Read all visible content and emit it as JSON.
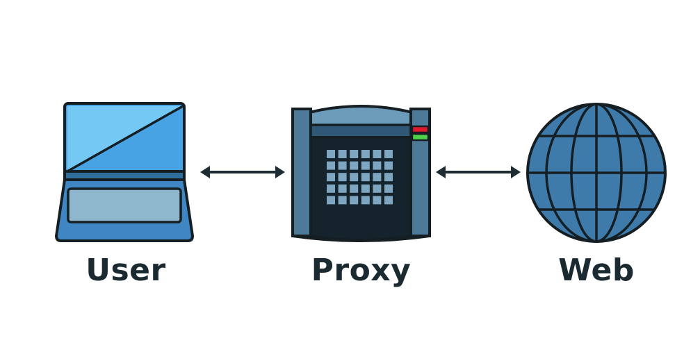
{
  "nodes": [
    {
      "id": "user",
      "label": "User",
      "icon": "laptop-icon"
    },
    {
      "id": "proxy",
      "label": "Proxy",
      "icon": "server-icon"
    },
    {
      "id": "web",
      "label": "Web",
      "icon": "globe-icon"
    }
  ],
  "edges": [
    {
      "from": "user",
      "to": "proxy",
      "direction": "bidirectional"
    },
    {
      "from": "proxy",
      "to": "web",
      "direction": "bidirectional"
    }
  ],
  "colors": {
    "outline": "#141e23",
    "laptop_screen_light": "#74c8f4",
    "laptop_screen_mid": "#47a3e4",
    "laptop_body": "#3f86c2",
    "laptop_trackpad": "#8fb8cf",
    "proxy_body": "#4e7a99",
    "proxy_top": "#6d9cbb",
    "proxy_panel": "#14232c",
    "proxy_grid_cell": "#7ea6c1",
    "led_red": "#e0182c",
    "led_green": "#4ed04a",
    "globe_fill": "#3e7bab",
    "label_text": "#1b2a31",
    "arrow": "#1d2c33"
  }
}
